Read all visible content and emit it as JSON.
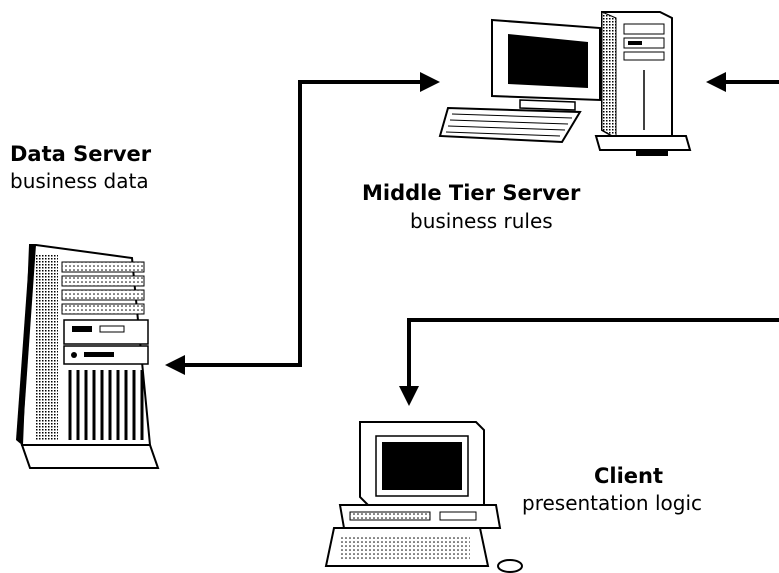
{
  "nodes": {
    "data_server": {
      "title": "Data Server",
      "subtitle": "business data",
      "icon": "tower-server-icon"
    },
    "middle_tier": {
      "title": "Middle Tier Server",
      "subtitle": "business rules",
      "icon": "desktop-workstation-icon"
    },
    "client": {
      "title": "Client",
      "subtitle": "presentation logic",
      "icon": "desktop-computer-icon"
    }
  },
  "colors": {
    "line": "#000000",
    "background": "#ffffff"
  }
}
